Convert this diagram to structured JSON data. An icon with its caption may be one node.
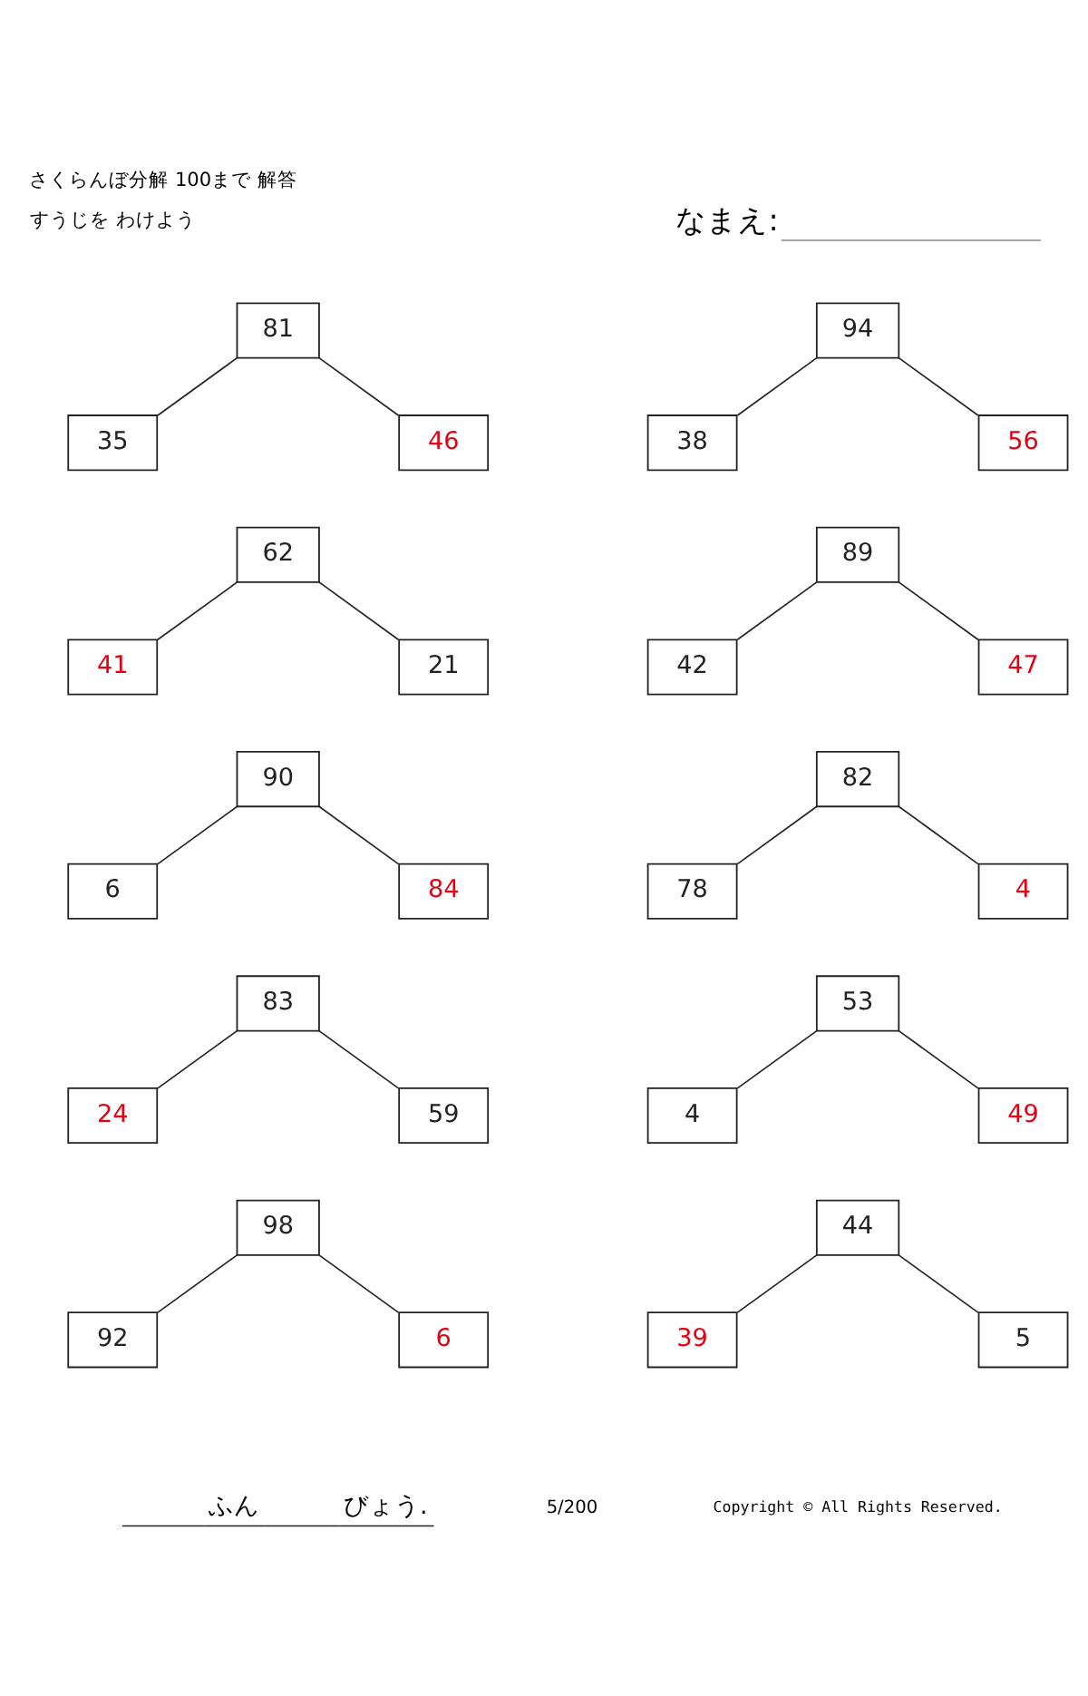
{
  "diagram": {
    "title": "さくらんぼ分解 100まで 解答",
    "nodes": [
      {
        "text": [
          "81"
        ]
      },
      {
        "text": [
          "35"
        ]
      },
      {
        "text": [
          "46"
        ]
      },
      {
        "text": [
          "94"
        ]
      },
      {
        "text": [
          "38"
        ]
      },
      {
        "text": [
          "56"
        ]
      },
      {
        "text": [
          "62"
        ]
      },
      {
        "text": [
          "41"
        ]
      },
      {
        "text": [
          "21"
        ]
      },
      {
        "text": [
          "89"
        ]
      },
      {
        "text": [
          "42"
        ]
      },
      {
        "text": [
          "47"
        ]
      },
      {
        "text": [
          "90"
        ]
      },
      {
        "text": [
          "6"
        ]
      },
      {
        "text": [
          "84"
        ]
      },
      {
        "text": [
          "82"
        ]
      },
      {
        "text": [
          "78"
        ]
      },
      {
        "text": [
          "4"
        ]
      },
      {
        "text": [
          "83"
        ]
      },
      {
        "text": [
          "24"
        ]
      },
      {
        "text": [
          "59"
        ]
      },
      {
        "text": [
          "53"
        ]
      },
      {
        "text": [
          "4"
        ]
      },
      {
        "text": [
          "49"
        ]
      },
      {
        "text": [
          "98"
        ]
      },
      {
        "text": [
          "92"
        ]
      },
      {
        "text": [
          "6"
        ]
      },
      {
        "text": [
          "44"
        ]
      },
      {
        "text": [
          "39"
        ]
      },
      {
        "text": [
          "5"
        ]
      }
    ],
    "edges": [
      {
        "from": 0,
        "to": 1,
        "arrow": "none"
      },
      {
        "from": 0,
        "to": 2,
        "arrow": "none"
      },
      {
        "from": 3,
        "to": 4,
        "arrow": "none"
      },
      {
        "from": 3,
        "to": 5,
        "arrow": "none"
      },
      {
        "from": 6,
        "to": 7,
        "arrow": "none"
      },
      {
        "from": 6,
        "to": 8,
        "arrow": "none"
      },
      {
        "from": 9,
        "to": 10,
        "arrow": "none"
      },
      {
        "from": 9,
        "to": 11,
        "arrow": "none"
      },
      {
        "from": 12,
        "to": 13,
        "arrow": "none"
      },
      {
        "from": 12,
        "to": 14,
        "arrow": "none"
      },
      {
        "from": 15,
        "to": 16,
        "arrow": "none"
      },
      {
        "from": 15,
        "to": 17,
        "arrow": "none"
      },
      {
        "from": 18,
        "to": 19,
        "arrow": "none"
      },
      {
        "from": 18,
        "to": 20,
        "arrow": "none"
      },
      {
        "from": 21,
        "to": 22,
        "arrow": "none"
      },
      {
        "from": 21,
        "to": 23,
        "arrow": "none"
      },
      {
        "from": 24,
        "to": 25,
        "arrow": "none"
      },
      {
        "from": 24,
        "to": 26,
        "arrow": "none"
      },
      {
        "from": 27,
        "to": 28,
        "arrow": "none"
      },
      {
        "from": 27,
        "to": 29,
        "arrow": "none"
      }
    ],
    "labels": [
      "すうじを わけよう",
      "なまえ:",
      "ふん",
      "びょう.",
      "5/200",
      "Copyright © All Rights Reserved."
    ]
  }
}
